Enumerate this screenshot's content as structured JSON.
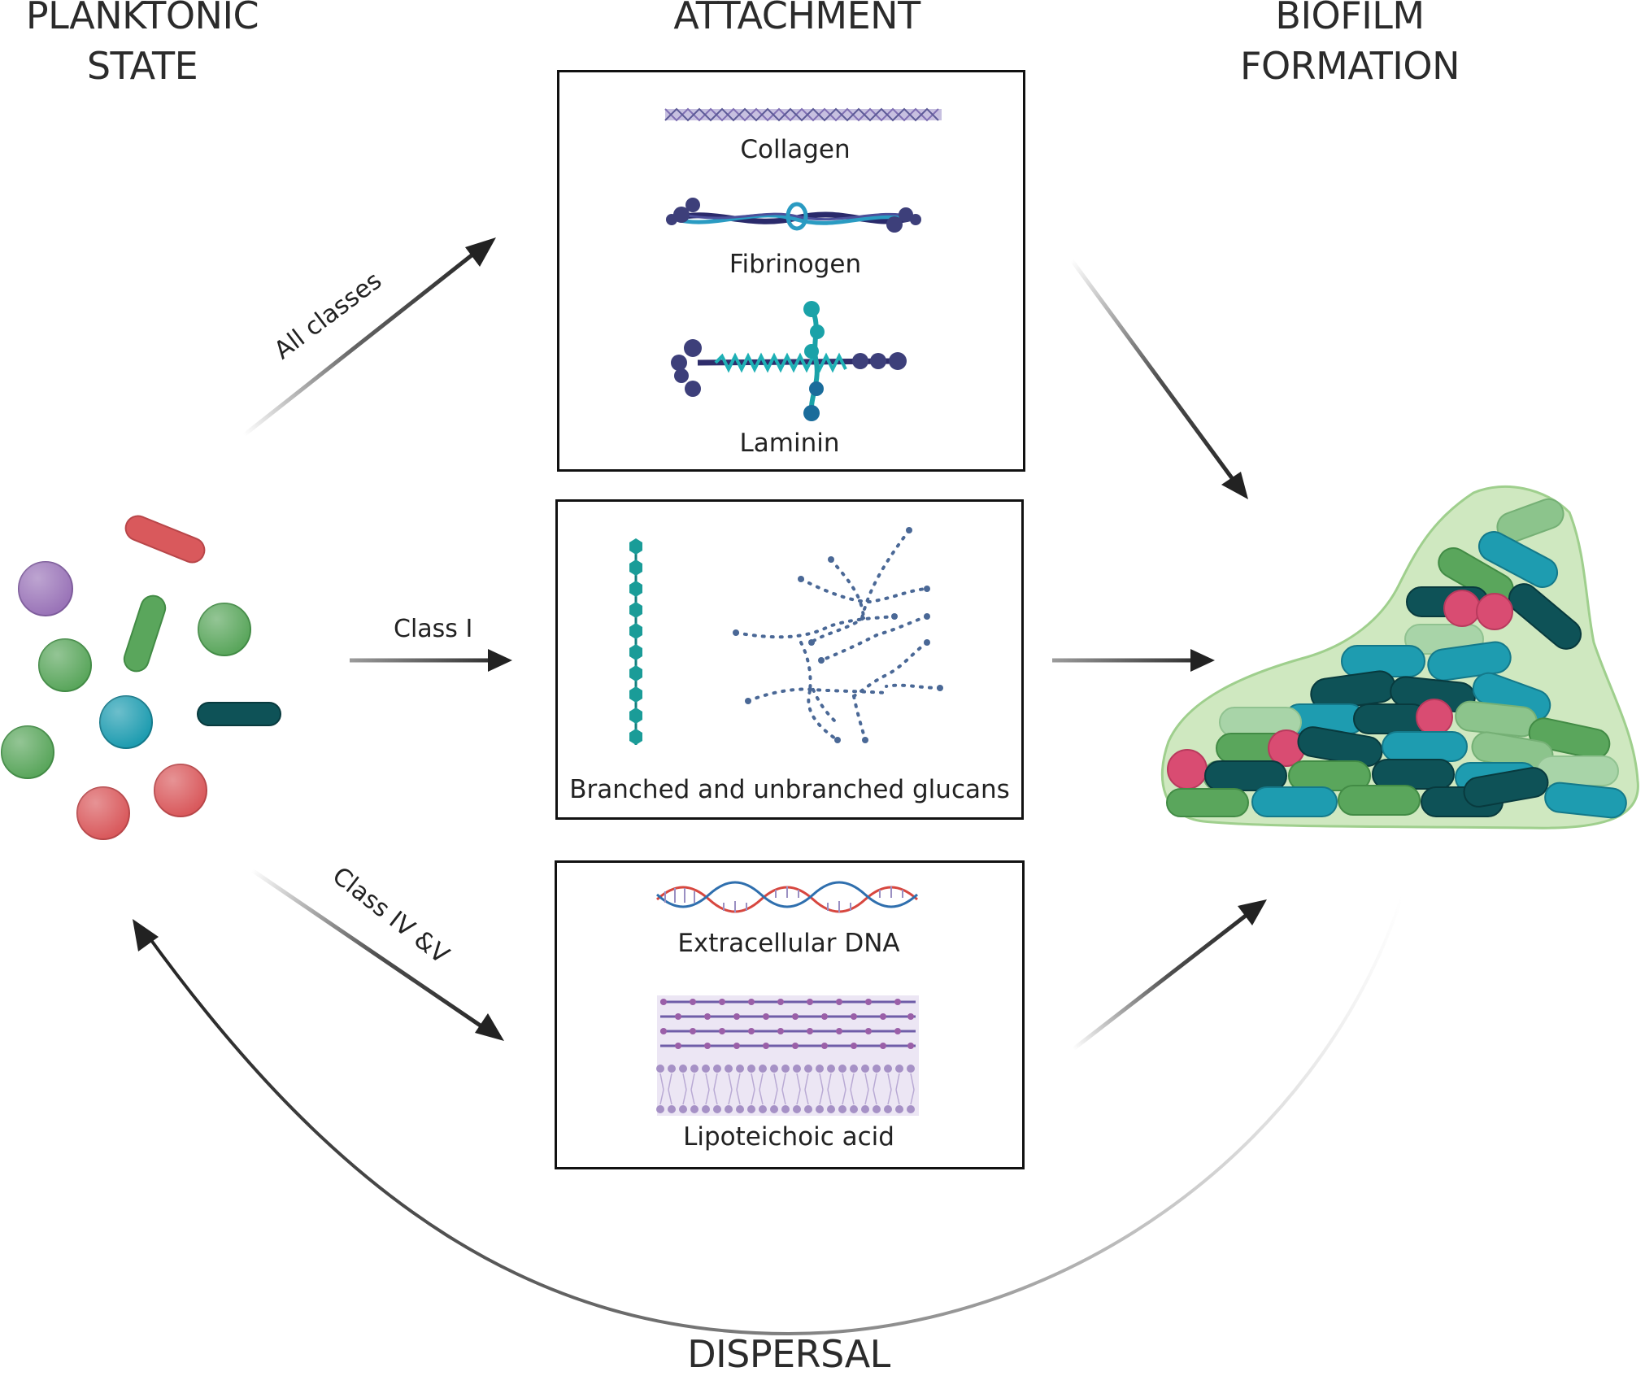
{
  "headings": {
    "planktonic_line1": "PLANKTONIC",
    "planktonic_line2": "STATE",
    "attachment": "ATTACHMENT",
    "biofilm_line1": "BIOFILM",
    "biofilm_line2": "FORMATION",
    "dispersal": "DISPERSAL"
  },
  "arrow_labels": {
    "all_classes": "All classes",
    "class_i": "Class I",
    "class_iv_v": "Class IV &V"
  },
  "panels": {
    "proteins": {
      "collagen": "Collagen",
      "fibrinogen": "Fibrinogen",
      "laminin": "Laminin"
    },
    "glucans": {
      "caption": "Branched and unbranched glucans"
    },
    "other": {
      "edna": "Extracellular DNA",
      "lta": "Lipoteichoic acid"
    }
  },
  "colors": {
    "red": "#d9595c",
    "purple": "#9a74b8",
    "green": "#5aa65c",
    "light_green": "#8cc48c",
    "teal": "#1e9cb0",
    "dark_teal": "#0e5257",
    "pink": "#d94c72",
    "navy": "#3d3f7a",
    "slate": "#4a6896",
    "biofilm_matrix": "#cfe8c0"
  }
}
